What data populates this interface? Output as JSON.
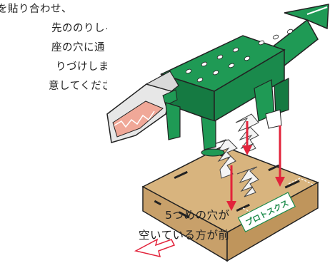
{
  "instructions": [
    "を貼り合わせ、",
    "先ののりしろを",
    "座の穴に通して",
    "りづけします。",
    "意してください。"
  ],
  "front_note": [
    "5つめの穴が",
    "空いている方が前"
  ],
  "box_label": "プロトスクス",
  "colors": {
    "dino_green": "#1f9a55",
    "dino_dark": "#157a42",
    "belly_gray": "#d9d9d9",
    "mouth_pink": "#f0a898",
    "box_tan": "#c8a06a",
    "box_top": "#d8b47e",
    "arrow_red": "#e2233b"
  },
  "icons": [
    "down-arrow-icon",
    "front-direction-arrow-icon"
  ]
}
